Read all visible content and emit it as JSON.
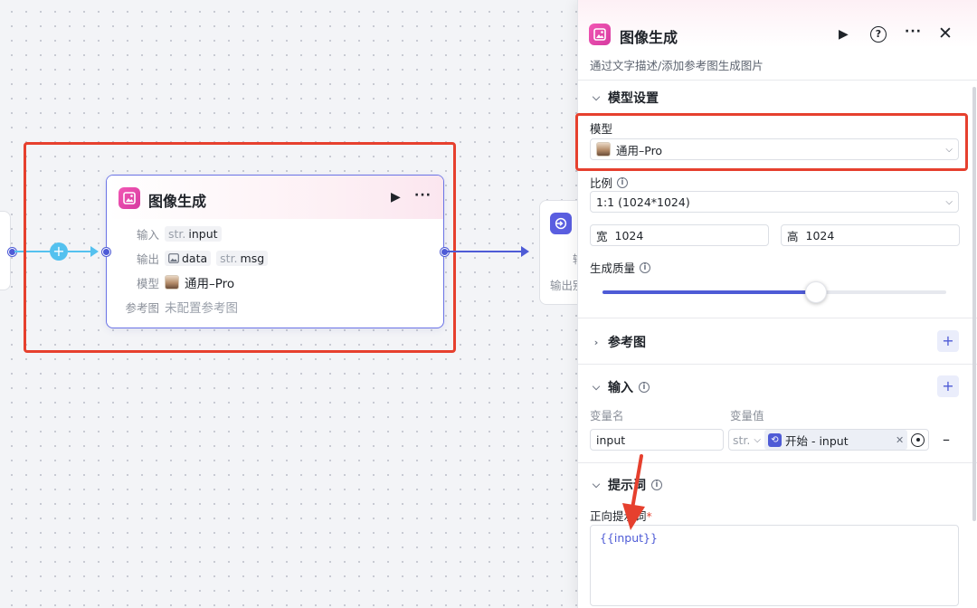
{
  "canvas": {
    "node": {
      "title": "图像生成",
      "rows": {
        "input_label": "输入",
        "input_type": "str.",
        "input_value": "input",
        "output_label": "输出",
        "output_data": "data",
        "output_type": "str.",
        "output_msg": "msg",
        "model_label": "模型",
        "model_value": "通用–Pro",
        "ref_label": "参考图",
        "ref_value": "未配置参考图"
      }
    },
    "right_node": {
      "row1_label": "输",
      "row2_label": "输出别"
    }
  },
  "panel": {
    "title": "图像生成",
    "description": "通过文字描述/添加参考图生成图片",
    "model_settings": {
      "section_title": "模型设置",
      "model_label": "模型",
      "model_value": "通用–Pro",
      "ratio_label": "比例",
      "ratio_value": "1:1 (1024*1024)",
      "width_label": "宽",
      "width_value": "1024",
      "height_label": "高",
      "height_value": "1024",
      "quality_label": "生成质量",
      "quality_level": 0.62
    },
    "reference": {
      "section_title": "参考图"
    },
    "inputs": {
      "section_title": "输入",
      "col_name": "变量名",
      "col_value": "变量值",
      "row_name": "input",
      "row_type": "str.",
      "row_ref": "开始 - input"
    },
    "prompt": {
      "section_title": "提示词",
      "positive_label": "正向提示词",
      "required_mark": "*",
      "positive_value": "{{input}}"
    }
  },
  "colors": {
    "accent": "#4e5bd6",
    "highlight": "#e6402e",
    "icon_pink": "#e04aa9",
    "edge_left": "#54c1ef"
  }
}
